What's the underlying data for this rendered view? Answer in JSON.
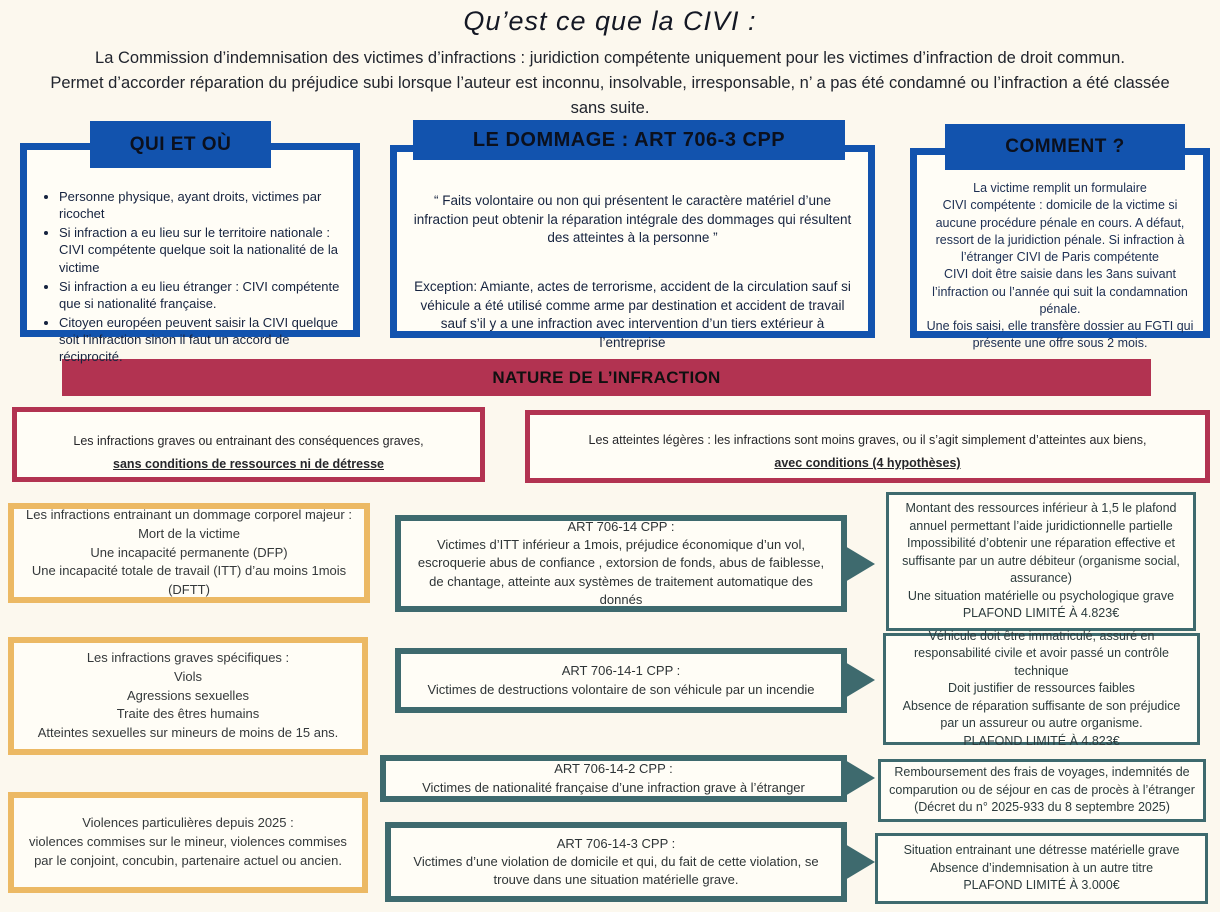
{
  "colors": {
    "blue": "#1253ae",
    "crimson": "#b23351",
    "yellow": "#ecb964",
    "teal": "#3e6a6e",
    "background": "#fcf8ee"
  },
  "header": {
    "title": "Qu’est ce que la CIVI :",
    "subtitle_line1": "La Commission d’indemnisation des victimes d’infractions : juridiction compétente uniquement pour les victimes d’infraction de droit commun.",
    "subtitle_line2": "Permet d’accorder réparation du préjudice subi lorsque l’auteur est inconnu, insolvable, irresponsable, n’ a pas été condamné ou l’infraction a été classée sans suite."
  },
  "top_boxes": {
    "qui_et_ou": {
      "title": "QUI ET OÙ",
      "bullets": [
        "Personne physique, ayant droits, victimes par ricochet",
        "Si infraction a eu lieu sur le territoire nationale : CIVI compétente quelque soit la nationalité de la victime",
        "Si infraction a eu lieu étranger : CIVI compétente que si nationalité française.",
        "Citoyen européen peuvent saisir la CIVI quelque soit l’infraction sinon il faut un accord de réciprocité."
      ]
    },
    "dommage": {
      "title": "LE DOMMAGE : ART 706-3 CPP",
      "quote": "“ Faits volontaire ou non qui présentent le caractère matériel d’une infraction peut obtenir la réparation intégrale des dommages qui résultent des atteintes à la personne ”",
      "exception": "Exception:  Amiante, actes de terrorisme, accident de la circulation sauf si véhicule a été utilisé comme arme par destination et accident de travail sauf s’il y a une infraction avec intervention d’un tiers extérieur à l’entreprise"
    },
    "comment": {
      "title": "COMMENT ?",
      "lines": [
        "La victime remplit un formulaire",
        "CIVI compétente : domicile de la victime si aucune procédure pénale en cours. A défaut,  ressort de la juridiction pénale. Si infraction à l’étranger CIVI de Paris compétente",
        "CIVI doit être saisie dans les 3ans suivant l’infraction ou l’année qui suit la condamnation pénale.",
        "Une fois saisi, elle  transfère dossier au FGTI qui présente une offre sous 2 mois."
      ]
    }
  },
  "nature_banner": "NATURE DE L’INFRACTION",
  "branches": {
    "graves": {
      "intro": "Les infractions graves ou entrainant des conséquences graves,",
      "emphasis": "sans conditions de ressources ni de détresse"
    },
    "legeres": {
      "intro": "Les atteintes légères :  les infractions sont moins graves, ou il s’agit simplement d’atteintes aux biens,",
      "emphasis": "avec conditions (4 hypothèses)"
    }
  },
  "grave_boxes": [
    {
      "lines": [
        "Les infractions entrainant un dommage corporel majeur :",
        "Mort de la victime",
        "Une incapacité permanente (DFP)",
        "Une incapacité totale de travail (ITT) d’au moins 1mois (DFTT)"
      ]
    },
    {
      "lines": [
        "Les infractions graves spécifiques :",
        "Viols",
        "Agressions sexuelles",
        "Traite des êtres humains",
        "Atteintes sexuelles sur mineurs de moins de 15 ans."
      ]
    },
    {
      "lines": [
        "Violences particulières depuis 2025 :",
        "violences commises sur le mineur, violences commises par le conjoint, concubin, partenaire actuel ou ancien."
      ]
    }
  ],
  "article_boxes": [
    {
      "title": "ART 706-14 CPP :",
      "body": "Victimes d’ITT inférieur a 1mois, préjudice économique d’un vol, escroquerie abus de confiance , extorsion de fonds, abus de faiblesse, de chantage, atteinte aux systèmes de traitement automatique des donnés"
    },
    {
      "title": "ART 706-14-1 CPP :",
      "body": "Victimes de destructions volontaire de son véhicule par un incendie"
    },
    {
      "title": "ART 706-14-2 CPP :",
      "body": "Victimes de nationalité française d’une infraction grave à l’étranger"
    },
    {
      "title": "ART 706-14-3 CPP :",
      "body": "Victimes d’une violation de domicile  et qui, du fait de cette violation, se trouve dans une situation matérielle grave."
    }
  ],
  "condition_boxes": [
    {
      "lines": [
        "Montant des ressources inférieur à 1,5 le plafond annuel permettant l’aide juridictionnelle partielle",
        "Impossibilité d’obtenir une réparation effective et suffisante par un autre débiteur (organisme social, assurance)",
        "Une situation matérielle ou psychologique grave",
        "PLAFOND LIMITÉ À 4.823€"
      ]
    },
    {
      "lines": [
        "Véhicule doit être immatriculé, assuré en responsabilité civile et avoir passé un contrôle technique",
        "Doit justifier de ressources faibles",
        "Absence de réparation suffisante de son préjudice par un assureur ou autre organisme.",
        "PLAFOND LIMITÉ À 4.823€"
      ]
    },
    {
      "lines": [
        "Remboursement des frais de voyages, indemnités de comparution ou de séjour en cas de procès à l’étranger",
        "(Décret du n° 2025-933 du 8 septembre 2025)"
      ]
    },
    {
      "lines": [
        "Situation entrainant une détresse matérielle grave",
        "Absence d’indemnisation à un autre titre",
        "PLAFOND LIMITÉ À 3.000€"
      ]
    }
  ]
}
